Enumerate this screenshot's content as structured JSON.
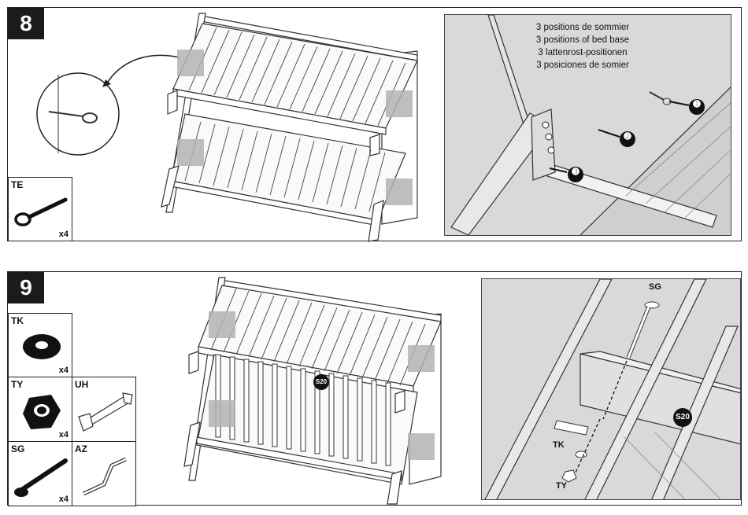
{
  "step8": {
    "number": "8",
    "part": {
      "code": "TE",
      "qty": "x4"
    },
    "caption": [
      "3 positions de sommier",
      "3 positions of bed base",
      "3 lattenrost-positionen",
      "3 posiciones de somier"
    ],
    "markers": [
      "➊",
      "➋",
      "➌"
    ]
  },
  "step9": {
    "number": "9",
    "parts": [
      {
        "code": "TK",
        "qty": "x4"
      },
      {
        "code": "TY",
        "qty": "x4"
      },
      {
        "code": "UH",
        "qty": ""
      },
      {
        "code": "SG",
        "qty": "x4"
      },
      {
        "code": "AZ",
        "qty": ""
      }
    ],
    "crib_label": "S20",
    "detail_labels": {
      "sg": "SG",
      "tk": "TK",
      "ty": "TY",
      "s20": "S20"
    }
  },
  "colors": {
    "badge": "#1b1b1b",
    "detail_bg": "#d9d9d9",
    "highlight": "#b3b3b3"
  },
  "icons": [
    "eye-bolt-icon",
    "washer-icon",
    "hex-nut-icon",
    "spanner-icon",
    "bolt-icon",
    "allen-key-icon",
    "arrow-icon"
  ]
}
